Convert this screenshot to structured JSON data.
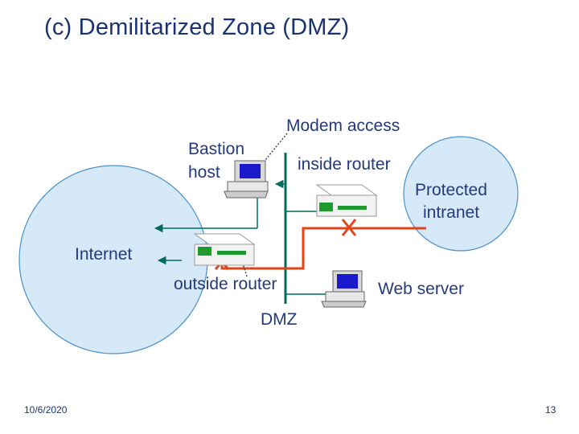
{
  "title": "(c) Demilitarized Zone (DMZ)",
  "labels": {
    "modem_access": "Modem access",
    "bastion_line1": "Bastion",
    "bastion_line2": "host",
    "inside_router": "inside router",
    "protected_line1": "Protected",
    "protected_line2": "intranet",
    "internet": "Internet",
    "outside_router": "outside router",
    "web_server": "Web server",
    "dmz": "DMZ"
  },
  "footer": {
    "date": "10/6/2020",
    "page": "13"
  },
  "colors": {
    "title": "#1a3370",
    "cloud_fill": "#d6e9f8",
    "network_line": "#006b5b",
    "blocked_path": "#e0451a",
    "router_body": "#f2f2f2",
    "monitor_screen": "#1a1acc"
  }
}
